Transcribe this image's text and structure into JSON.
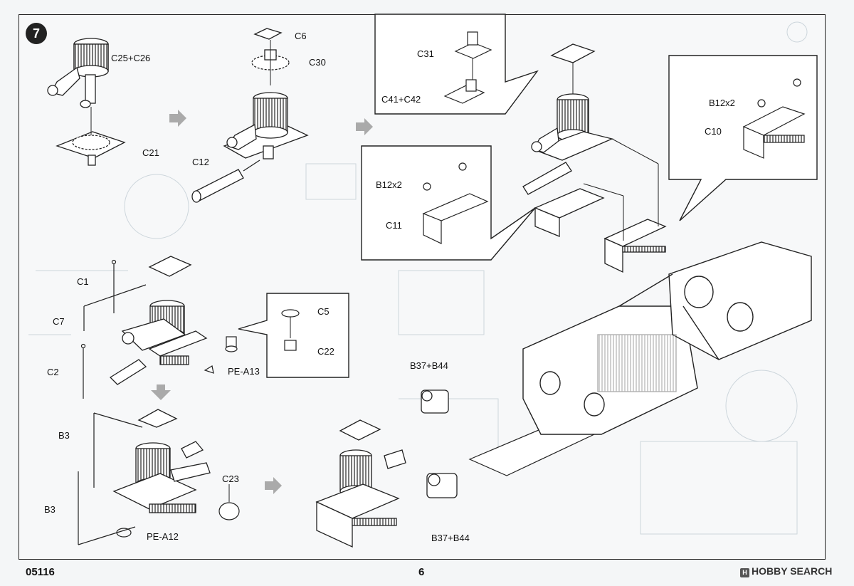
{
  "step": {
    "number": "7"
  },
  "footer": {
    "kit_code": "05116",
    "page_number": "6"
  },
  "watermark": {
    "icon": "hobby-search-logo-icon",
    "text": "HOBBY SEARCH"
  },
  "callouts": {
    "c25_c26": "C25+C26",
    "c21": "C21",
    "c6": "C6",
    "c30": "C30",
    "c12": "C12",
    "c31": "C31",
    "c41_c42": "C41+C42",
    "b12x2_left": "B12x2",
    "c11": "C11",
    "b12x2_right": "B12x2",
    "c10": "C10",
    "c1": "C1",
    "c7": "C7",
    "c2": "C2",
    "c5": "C5",
    "c22": "C22",
    "pe_a13": "PE-A13",
    "b3_top": "B3",
    "b3_bottom": "B3",
    "c23": "C23",
    "pe_a12": "PE-A12",
    "b37_b44_top": "B37+B44",
    "b37_b44_bottom": "B37+B44"
  },
  "colors": {
    "ink": "#222222",
    "line": "#333333",
    "faint": "#c9d3d9",
    "paper": "#f7f8f9",
    "arrow": "#9a9a9a"
  }
}
